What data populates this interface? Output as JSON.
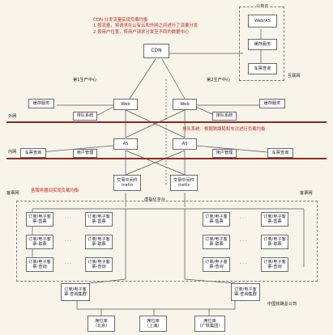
{
  "top_note": {
    "title": "CDN 分发流量实现负载均衡",
    "line1": "1.按流量，将请求在公有云和外网之间进行了流量分发",
    "line2": "2.按用户位置，将用户请求分发至不同的数据中心"
  },
  "cdn": "CDN",
  "public_cloud": {
    "label": "公有云",
    "web_as": "Web/AS",
    "cache": "缓存服务",
    "ticket": "车票查询"
  },
  "internet_label": "互联网",
  "dc1_label": "第1生产中心",
  "dc2_label": "第2生产中心",
  "external_label": "外网",
  "internal_label": "内网",
  "passenger_net_label": "客票网",
  "web": "Web",
  "queue": "排队系统",
  "cache": "缓存服务",
  "as": "AS",
  "user_mgmt": "用户管理",
  "ticket_query": "车票查询",
  "queue_note": "排队系统、根据铁路局和车次进行负载均衡",
  "middleware": "交易中间件\ninetis",
  "server_note": "各服务器间实现负载均衡",
  "virtual_platform": "虚拟化平台",
  "orders": {
    "sell": "订单/电子客\n票-售票",
    "refund": "订单/电子客\n票-取票",
    "query": "订单/电子客\n票-查询"
  },
  "order_cluster": "订单/电子客\n票-查询集群",
  "dbs": [
    "席位库\n（北京）",
    "席位库\n（上海）",
    "席位库\n（广铁集团）"
  ],
  "railway_label": "中国铁路总公司",
  "dots": "· · ·"
}
